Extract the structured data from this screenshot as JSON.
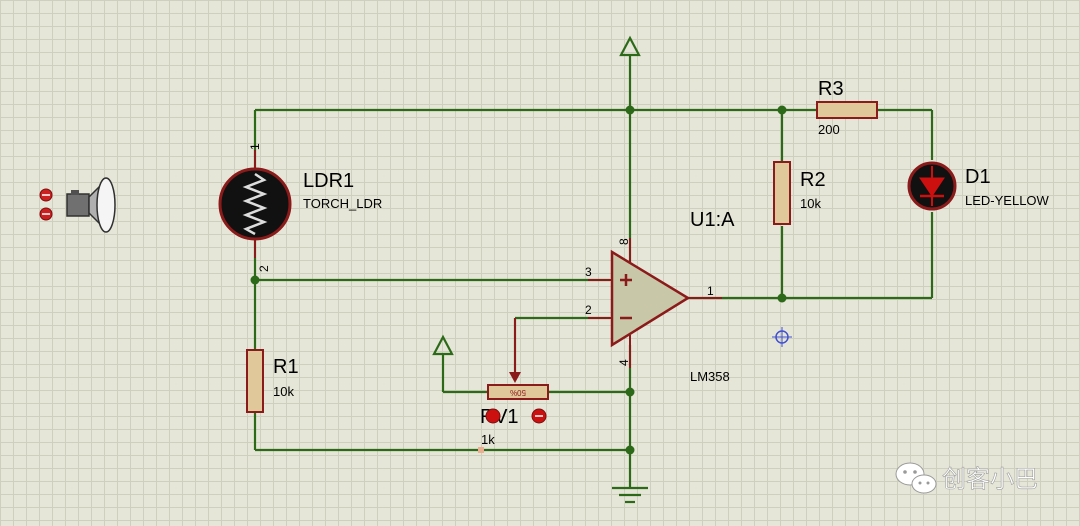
{
  "components": {
    "ldr": {
      "ref": "LDR1",
      "value": "TORCH_LDR",
      "pin1": "1",
      "pin2": "2"
    },
    "r1": {
      "ref": "R1",
      "value": "10k"
    },
    "r2": {
      "ref": "R2",
      "value": "10k"
    },
    "r3": {
      "ref": "R3",
      "value": "200"
    },
    "d1": {
      "ref": "D1",
      "value": "LED-YELLOW"
    },
    "u1": {
      "ref": "U1:A",
      "value": "LM358",
      "pin_plus": "3",
      "pin_minus": "2",
      "pin_out": "1",
      "pin_vcc": "8",
      "pin_gnd": "4"
    },
    "rv1": {
      "ref": "RV1",
      "value": "1k",
      "wiper": "50%"
    }
  },
  "watermark": {
    "text": "创客小巴"
  },
  "colors": {
    "wire": "#2c6a1a",
    "component": "#8b1a1a",
    "resistor_fill": "#e0c89a",
    "opamp_fill": "#c8c8a8",
    "background": "#e6e6d8"
  }
}
